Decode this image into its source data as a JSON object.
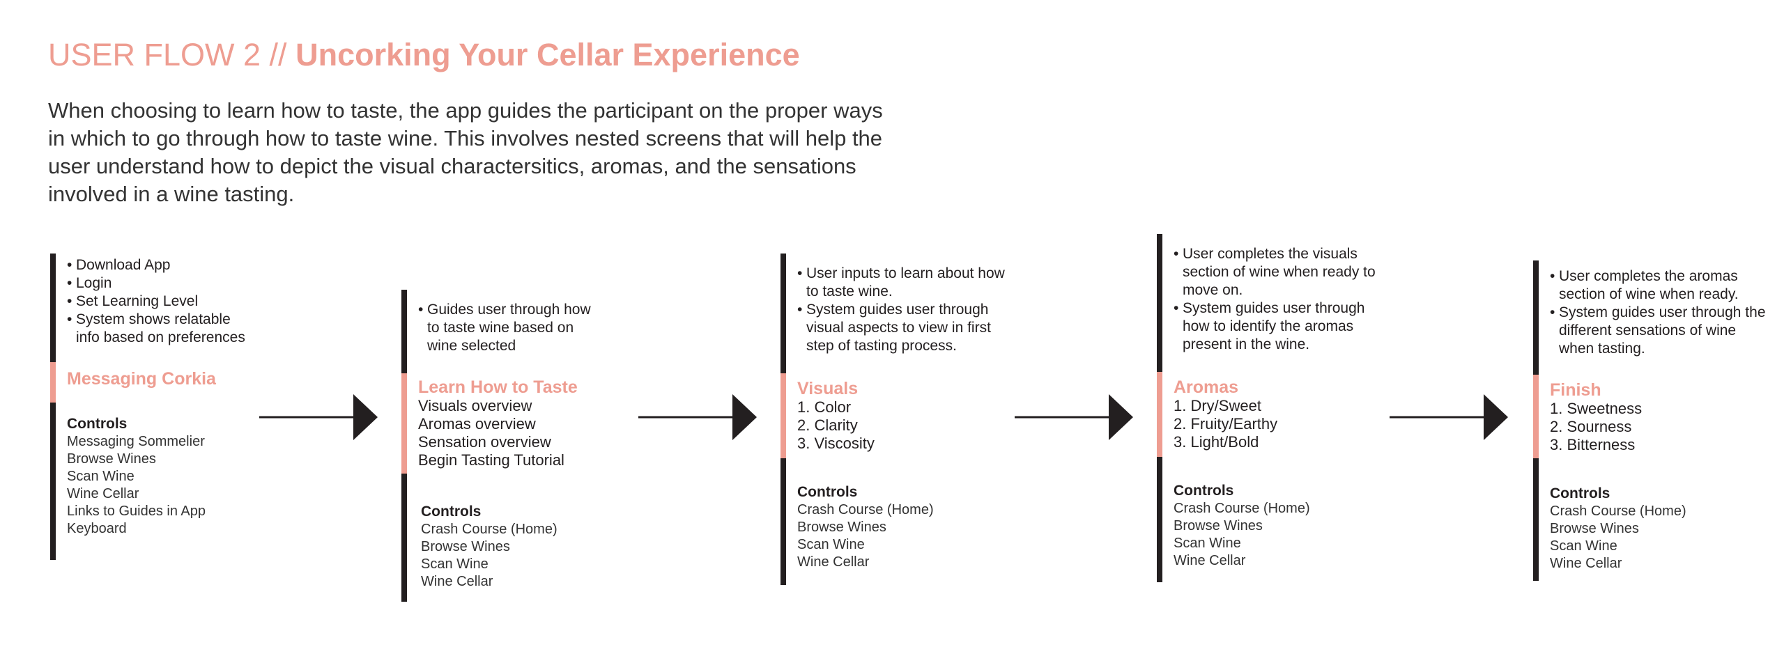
{
  "header": {
    "title_prefix": "USER FLOW 2 //",
    "title_main": "Uncorking Your Cellar Experience",
    "description": "When choosing to learn how to taste, the app guides the participant on the proper ways in which to go through how to taste wine. This involves nested screens that will help the user understand how to depict the visual charactersitics, aromas, and the sensations involved in a wine tasting."
  },
  "colors": {
    "accent": "#ee9d91",
    "dark": "#231f20"
  },
  "controls_label": "Controls",
  "steps": [
    {
      "name": "Messaging Corkia",
      "bullets": [
        "Download App",
        "Login",
        "Set Learning Level",
        "System shows relatable info based on preferences"
      ],
      "items": [],
      "controls": [
        "Messaging Sommelier",
        "Browse Wines",
        "Scan Wine",
        "Wine Cellar",
        "Links to Guides in App",
        "Keyboard"
      ]
    },
    {
      "name": "Learn How to Taste",
      "bullets": [
        "Guides user through how to taste wine based on wine selected"
      ],
      "items": [
        "Visuals overview",
        "Aromas overview",
        "Sensation overview",
        "Begin Tasting Tutorial"
      ],
      "controls": [
        "Crash Course (Home)",
        "Browse Wines",
        "Scan Wine",
        "Wine Cellar"
      ]
    },
    {
      "name": "Visuals",
      "bullets": [
        "User inputs to learn about how to taste wine.",
        "System guides user through visual aspects to view in first step of tasting process."
      ],
      "items": [
        "1. Color",
        "2. Clarity",
        "3. Viscosity"
      ],
      "controls": [
        "Crash Course (Home)",
        "Browse Wines",
        "Scan Wine",
        "Wine Cellar"
      ]
    },
    {
      "name": "Aromas",
      "bullets": [
        "User completes the visuals section of wine when ready to move on.",
        "System guides user through how to identify the aromas present in the wine."
      ],
      "items": [
        "1. Dry/Sweet",
        "2. Fruity/Earthy",
        "3. Light/Bold"
      ],
      "controls": [
        "Crash Course (Home)",
        "Browse Wines",
        "Scan Wine",
        "Wine Cellar"
      ]
    },
    {
      "name": "Finish",
      "bullets": [
        "User completes the aromas section of wine when ready.",
        "System guides user through the different sensations of wine when tasting."
      ],
      "items": [
        "1. Sweetness",
        "2. Sourness",
        "3. Bitterness"
      ],
      "controls": [
        "Crash Course (Home)",
        "Browse Wines",
        "Scan Wine",
        "Wine Cellar"
      ]
    }
  ]
}
